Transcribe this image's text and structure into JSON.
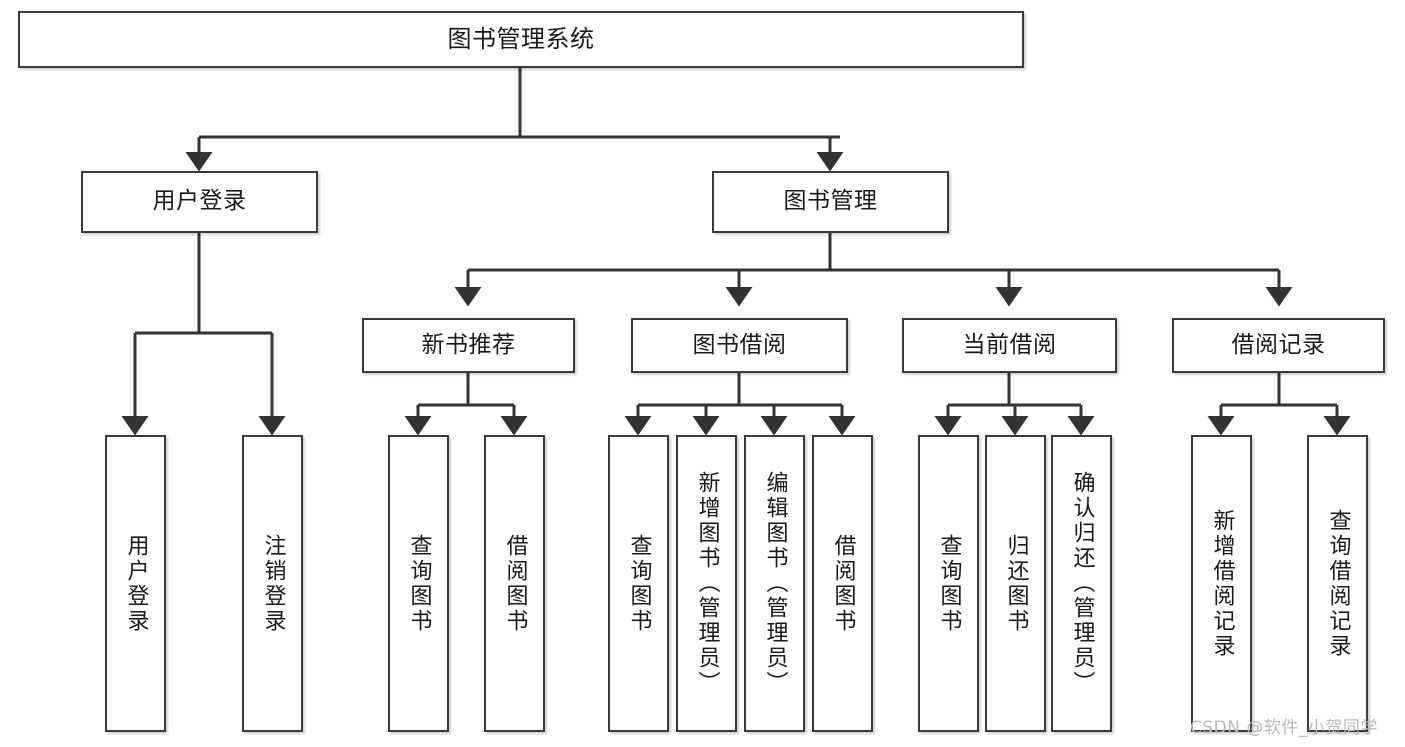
{
  "diagram": {
    "type": "tree-hierarchy-chart",
    "title": "图书管理系统",
    "orientation": "top-down",
    "colors": {
      "box_border": "#3a3a3a",
      "box_fill": "#ffffff",
      "connector": "#333333",
      "text": "#1a1a1a",
      "watermark": "#b9b9b9",
      "background": "#ffffff"
    }
  },
  "nodes": {
    "root": {
      "label": "图书管理系统"
    },
    "level2": [
      {
        "label": "用户登录"
      },
      {
        "label": "图书管理"
      }
    ],
    "level3": [
      {
        "label": "新书推荐"
      },
      {
        "label": "图书借阅"
      },
      {
        "label": "当前借阅"
      },
      {
        "label": "借阅记录"
      }
    ],
    "leaves": {
      "user_login": [
        {
          "label": "用户登录"
        },
        {
          "label": "注销登录"
        }
      ],
      "new_book_recommend": [
        {
          "label": "查询图书"
        },
        {
          "label": "借阅图书"
        }
      ],
      "book_borrow": [
        {
          "label": "查询图书"
        },
        {
          "label": "新增图书（管理员）"
        },
        {
          "label": "编辑图书（管理员）"
        },
        {
          "label": "借阅图书"
        }
      ],
      "current_borrow": [
        {
          "label": "查询图书"
        },
        {
          "label": "归还图书"
        },
        {
          "label": "确认归还（管理员）"
        }
      ],
      "borrow_record": [
        {
          "label": "新增借阅记录"
        },
        {
          "label": "查询借阅记录"
        }
      ]
    }
  },
  "watermark": {
    "text": "CSDN @软件_小贺同学"
  }
}
